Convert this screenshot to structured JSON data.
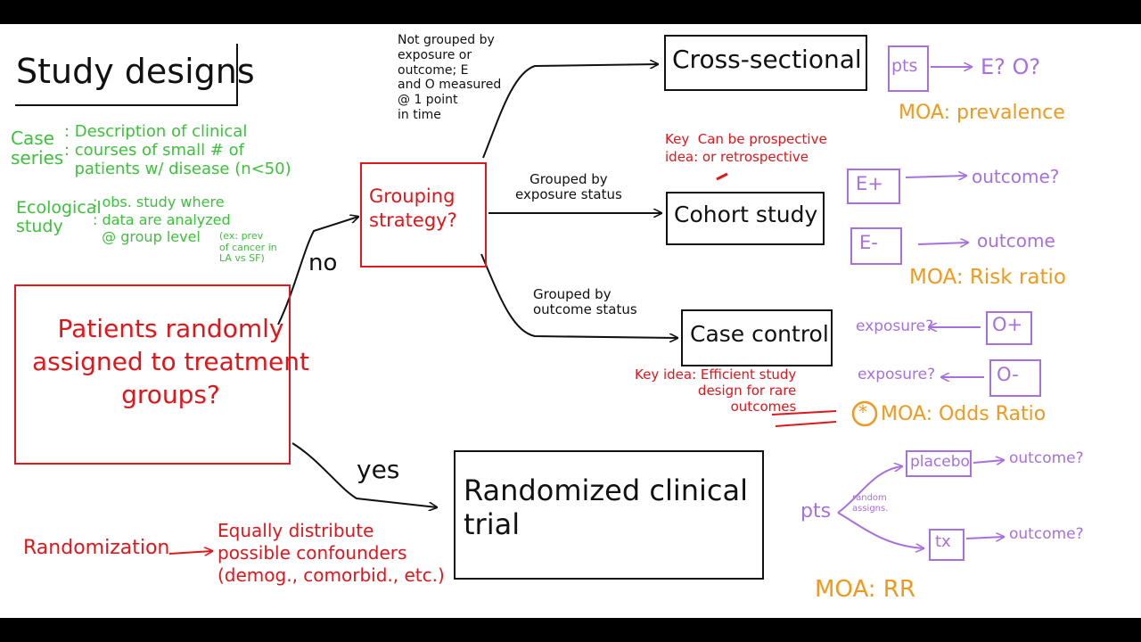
{
  "title": "Study designs",
  "case_series": {
    "label": "Case\nseries",
    "desc": ": Description of clinical\n: courses of small # of\n  patients w/ disease (n<50)"
  },
  "ecological": {
    "label": "Ecological\nstudy",
    "desc": ": obs. study where\n: data are analyzed\n  @ group level",
    "example": "(ex: prev\nof cancer in\nLA vs SF)"
  },
  "question_random": "Patients randomly\nassigned to treatment\ngroups?",
  "no_label": "no",
  "yes_label": "yes",
  "grouping": "Grouping\nstrategy?",
  "cross_note": "Not grouped by\nexposure or\noutcome; E\nand O measured\n@ 1 point\nin time",
  "cross_box": "Cross-sectional",
  "cohort_note": "Grouped by\nexposure status",
  "cohort_box": "Cohort study",
  "cohort_key": "Key  Can be prospective\nidea: or retrospective",
  "case_note": "Grouped by\noutcome status",
  "case_box": "Case control",
  "case_key": "Key idea: Efficient study\ndesign for rare\noutcomes",
  "rct_box": "Randomized clinical\ntrial",
  "randomization": {
    "label": "Randomization",
    "result": "Equally distribute\npossible confounders\n(demog., comorbid., etc.)"
  },
  "cross_diagram": {
    "pts": "pts",
    "eo": "E? O?",
    "moa": "MOA: prevalence"
  },
  "cohort_diagram": {
    "e_plus": "E+",
    "outcome1": "outcome?",
    "e_minus": "E-",
    "outcome2": "outcome",
    "moa": "MOA: Risk ratio"
  },
  "case_diagram": {
    "exposure1": "exposure?",
    "o_plus": "O+",
    "exposure2": "exposure?",
    "o_minus": "O-",
    "star": "*",
    "moa": "MOA: Odds Ratio"
  },
  "rct_diagram": {
    "pts": "pts",
    "assign": "random\nassigns.",
    "placebo": "placebo",
    "outcome1": "outcome?",
    "tx": "tx",
    "outcome2": "outcome?",
    "moa": "MOA: RR"
  },
  "colors": {
    "ink": "#111111",
    "red": "#e0161b",
    "green": "#3cc13a",
    "purple": "#a870de",
    "orange": "#ef9a1f",
    "frame": "#000000"
  }
}
